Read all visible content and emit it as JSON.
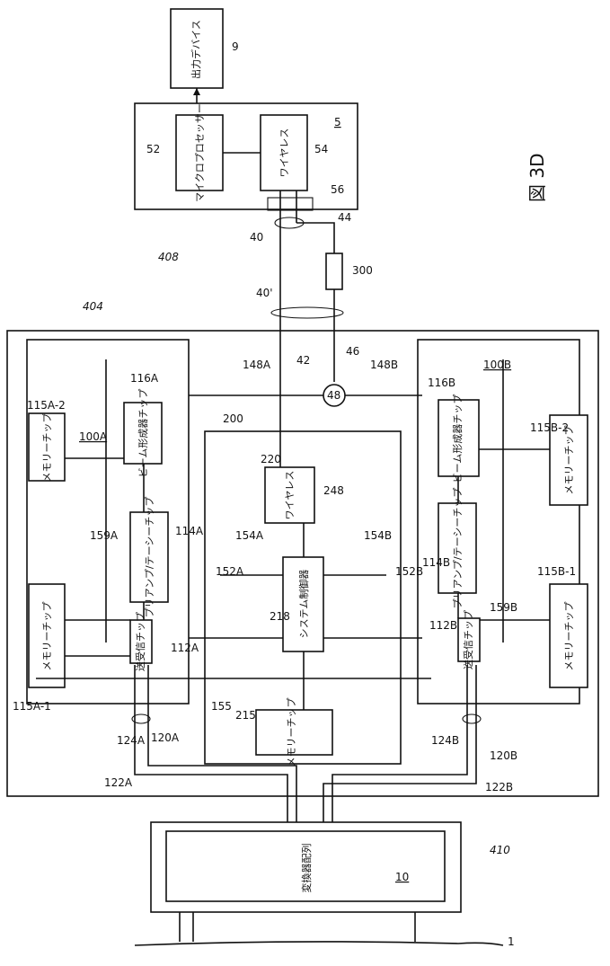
{
  "figure": {
    "label": "図 3D"
  },
  "output_device": {
    "text": "出力デバイス",
    "ref": "9"
  },
  "unit5": {
    "ref": "5",
    "ref_52": "52",
    "ref_54": "54",
    "ref_56": "56",
    "microprocessor": "マイクロプロセッサー",
    "wire": "ワイヤレス"
  },
  "assembly": {
    "ref_404": "404",
    "ref_408": "408",
    "ref_410": "410"
  },
  "cables": {
    "c40": "40",
    "c40p": "40'",
    "c44": "44",
    "c300": "300",
    "c46": "46",
    "c42": "42",
    "c148a": "148A",
    "c148b": "148B",
    "c48": "48"
  },
  "module_a": {
    "ref": "100A",
    "mem1_ref": "115A-1",
    "mem2_ref": "115A-2",
    "beam_ref": "116A",
    "preamp_ref": "114A",
    "trx_ref": "112A",
    "bus_ref": "159A",
    "r120": "120A",
    "r122": "122A",
    "r124": "124A",
    "memory": "メモリーチップ",
    "beam": "ビーム形成器チップ",
    "preamp": "プリアンプ/テーシーチップ",
    "trx": "送受信チップ"
  },
  "module_b": {
    "ref": "100B",
    "mem1_ref": "115B-1",
    "mem2_ref": "115B-2",
    "beam_ref": "116B",
    "preamp_ref": "114B",
    "trx_ref": "112B",
    "bus_ref": "159B",
    "r120": "120B",
    "r122": "122B",
    "r124": "124B",
    "memory": "メモリーチップ",
    "beam": "ビーム形成器チップ",
    "preamp": "プリアンプ/テーシーチップ",
    "trx": "送受信チップ"
  },
  "system": {
    "ref": "200",
    "wireless_ref": "220",
    "ref_248": "248",
    "controller_ref": "218",
    "mem_ref": "215",
    "ref_155": "155",
    "r152a": "152A",
    "r154a": "154A",
    "r152b": "152B",
    "r154b": "154B",
    "wireless": "ワイヤレス",
    "controller": "システム制御器",
    "memory": "メモリーチップ"
  },
  "array": {
    "text": "変換器配列",
    "ref": "10",
    "ground_ref": "1"
  }
}
